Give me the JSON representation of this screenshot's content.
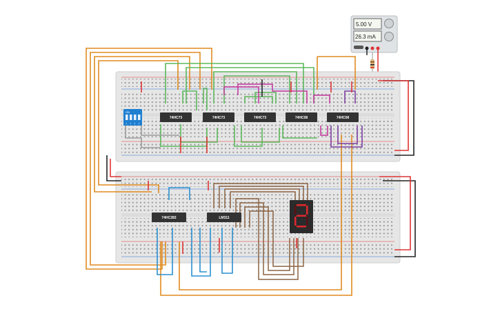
{
  "power_supply": {
    "voltage_readout": "5.00 V",
    "current_readout": "26.3 mA"
  },
  "dip_switch": {
    "label": "ON",
    "numbers": [
      "1",
      "2",
      "3",
      "4"
    ]
  },
  "breadboard_top": {
    "chips": [
      "74HC73",
      "74HC73",
      "74HC73",
      "74HC08",
      "74HC08"
    ]
  },
  "breadboard_bottom": {
    "chips": [
      "74HC283",
      "LM311"
    ]
  },
  "seven_segment": {
    "shown_digit": "2"
  },
  "colors": {
    "board": "#e8e8e8",
    "chip": "#333333",
    "wire_orange": "#e08a1e",
    "wire_green": "#5cb85c",
    "wire_magenta": "#c2329a",
    "wire_purple": "#7b3fa1",
    "wire_blue": "#2a8fd0",
    "wire_brown": "#8a6242",
    "wire_gray": "#9a9a9a",
    "rail_red": "#d33",
    "rail_black": "#222",
    "dip_blue": "#1f7fd0",
    "seg_on": "#e0282e",
    "seg_off": "#5a1015"
  }
}
